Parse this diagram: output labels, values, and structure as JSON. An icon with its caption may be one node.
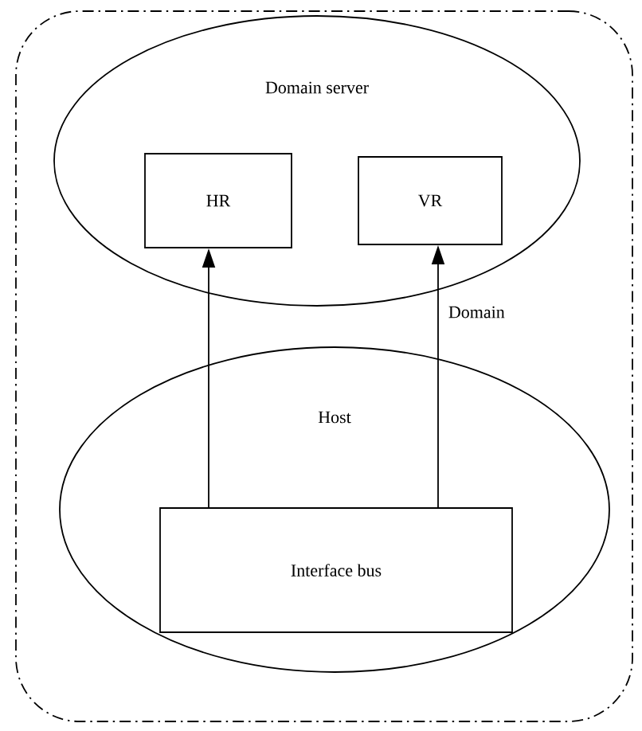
{
  "diagram": {
    "nodes": [
      {
        "text": [],
        "shape": "box"
      },
      {
        "text": [
          "Domain server"
        ],
        "in": 0
      },
      {
        "text": [
          "HR"
        ],
        "in": 1
      },
      {
        "text": [
          "VR"
        ],
        "in": 1
      },
      {
        "text": [
          "Host"
        ],
        "in": 0
      },
      {
        "text": [
          "Interface bus"
        ],
        "in": 4
      }
    ],
    "edges": [
      {
        "from": 5,
        "to": 2,
        "arrow": "to"
      },
      {
        "from": 5,
        "to": 3,
        "arrow": "to",
        "label": "Domain"
      }
    ]
  }
}
